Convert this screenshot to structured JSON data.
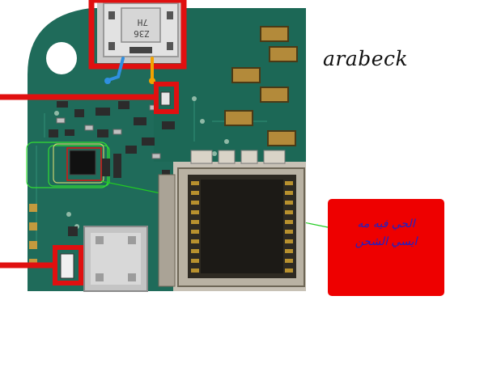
{
  "watermark": "arabeck",
  "callout": {
    "text": "الحي فيه مه\nايسي الشحن"
  },
  "ic_marking": "Z36\n7H",
  "colors": {
    "pcb": "#1f6b5a",
    "highlight": "#e01010",
    "callout_text": "#1a22c8",
    "pointer_line": "#22cc22",
    "wire_blue": "#2f8fe0",
    "wire_orange": "#f2a200"
  }
}
